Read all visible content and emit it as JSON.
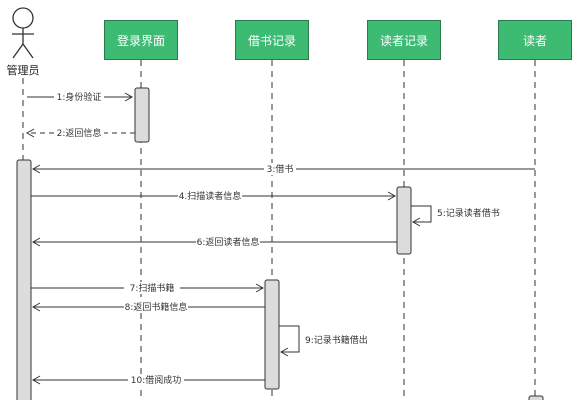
{
  "actor": {
    "label": "管理员"
  },
  "participants": [
    {
      "id": "login",
      "label": "登录界面"
    },
    {
      "id": "borrow",
      "label": "借书记录"
    },
    {
      "id": "reader_rec",
      "label": "读者记录"
    },
    {
      "id": "reader",
      "label": "读者"
    }
  ],
  "messages": [
    {
      "label": "1:身份验证"
    },
    {
      "label": "2:返回信息"
    },
    {
      "label": "3:借书"
    },
    {
      "label": "4.扫描读者信息"
    },
    {
      "label": "5:记录读者借书"
    },
    {
      "label": "6:返回读者信息"
    },
    {
      "label": "7:扫描书籍"
    },
    {
      "label": "8:返回书籍信息"
    },
    {
      "label": "9:记录书籍借出"
    },
    {
      "label": "10:借阅成功"
    }
  ],
  "colors": {
    "box": "#3dbb73",
    "box_border": "#2a7a4b",
    "activation": "#dcdcdc",
    "line": "#333333"
  }
}
